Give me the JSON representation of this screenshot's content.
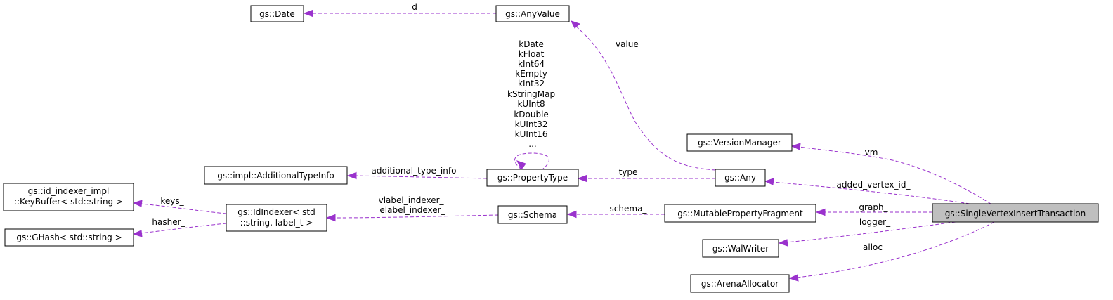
{
  "nodes": {
    "date": "gs::Date",
    "any_value": "gs::AnyValue",
    "version_manager": "gs::VersionManager",
    "additional_type_info": "gs::impl::AdditionalTypeInfo",
    "property_type": "gs::PropertyType",
    "any": "gs::Any",
    "key_buffer": [
      "gs::id_indexer_impl",
      "::KeyBuffer< std::string >"
    ],
    "id_indexer": [
      "gs::IdIndexer< std",
      "::string, label_t >"
    ],
    "schema": "gs::Schema",
    "mutable_property_fragment": "gs::MutablePropertyFragment",
    "single_vertex_insert_transaction": "gs::SingleVertexInsertTransaction",
    "ghash": "gs::GHash< std::string >",
    "wal_writer": "gs::WalWriter",
    "arena_allocator": "gs::ArenaAllocator"
  },
  "edges": {
    "d": "d",
    "value": "value",
    "type_enum": [
      "kDate",
      "kFloat",
      "kInt64",
      "kEmpty",
      "kInt32",
      "kStringMap",
      "kUInt8",
      "kDouble",
      "kUInt32",
      "kUInt16",
      "..."
    ],
    "additional_type_info": "additional_type_info",
    "type": "type",
    "vm": "vm_",
    "added_vertex_id": "added_vertex_id_",
    "keys": "keys_",
    "hasher": "hasher_",
    "indexers": [
      "vlabel_indexer_",
      "elabel_indexer_"
    ],
    "schema": "schema_",
    "graph": "graph_",
    "logger": "logger_",
    "alloc": "alloc_"
  },
  "colors": {
    "edge": "#9a32cd",
    "highlight_fill": "#bfbfbf"
  }
}
